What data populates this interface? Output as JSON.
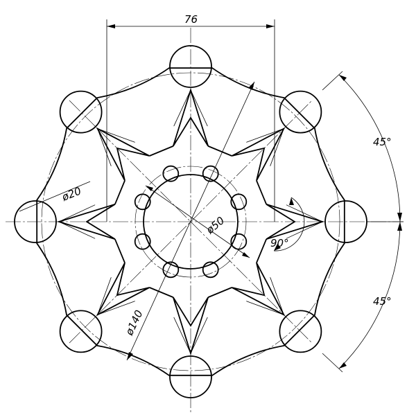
{
  "dimensions": {
    "width_76": "76",
    "dia_20": "ø20",
    "dia_50": "ø50",
    "dia_140": "ø140",
    "angle_90": "90°",
    "angle_45_upper": "45°",
    "angle_45_lower": "45°"
  },
  "colors": {
    "line": "#000000",
    "background": "#ffffff"
  }
}
